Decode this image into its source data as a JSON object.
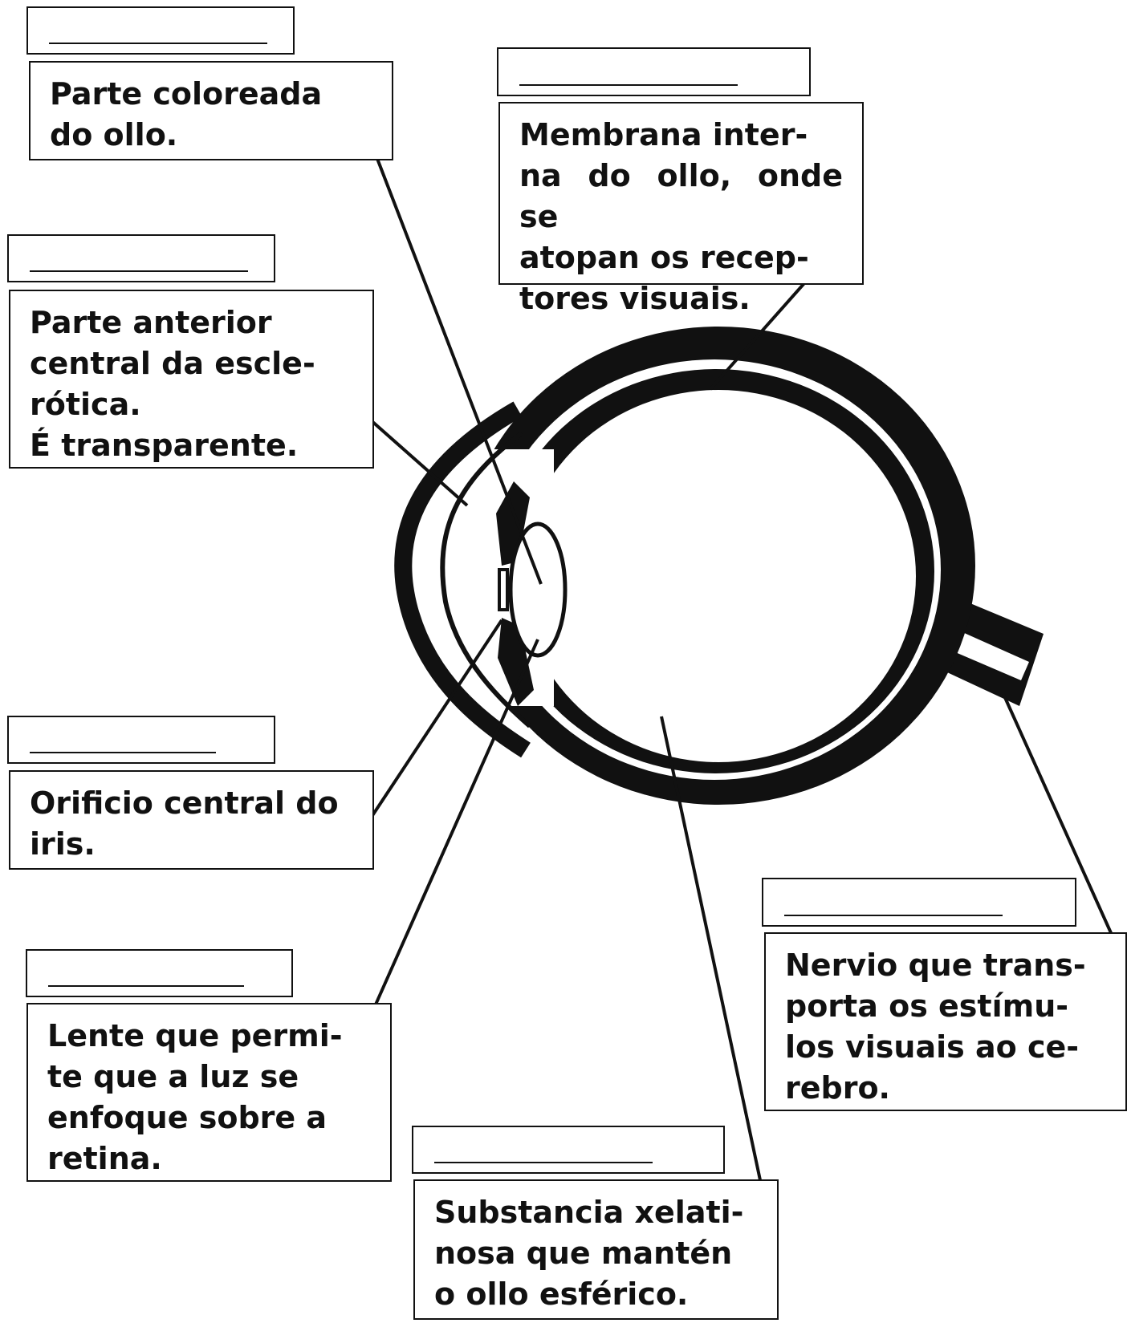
{
  "diagram": {
    "labels": [
      {
        "id": "iris",
        "answer": "",
        "description_lines": [
          "Parte coloreada",
          "do ollo."
        ]
      },
      {
        "id": "cornea",
        "answer": "",
        "description_lines": [
          "Parte anterior",
          "central da escle-",
          "rótica.",
          "É transparente."
        ]
      },
      {
        "id": "pupila",
        "answer": "",
        "description_lines": [
          "Orificio central do",
          "iris."
        ]
      },
      {
        "id": "cristalino",
        "answer": "",
        "description_lines": [
          "Lente que permi-",
          "te que a luz se",
          "enfoque sobre a",
          "retina."
        ]
      },
      {
        "id": "humor-vitreo",
        "answer": "",
        "description_lines": [
          "Substancia xelati-",
          "nosa que mantén",
          "o ollo esférico."
        ]
      },
      {
        "id": "retina",
        "answer": "",
        "description_lines": [
          "Membrana inter-",
          "na do ollo, onde se",
          "atopan os recep-",
          "tores visuais."
        ]
      },
      {
        "id": "nervio-optico",
        "answer": "",
        "description_lines": [
          "Nervio que trans-",
          "porta os estímu-",
          "los visuais ao ce-",
          "rebro."
        ]
      }
    ]
  },
  "colors": {
    "ink": "#111111",
    "paper": "#ffffff"
  }
}
